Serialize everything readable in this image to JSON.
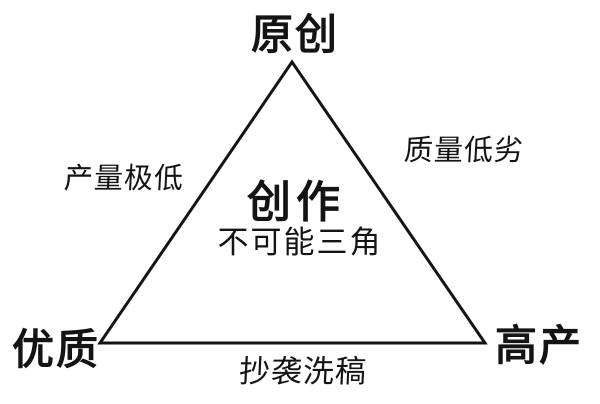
{
  "diagram": {
    "vertices": {
      "top": "原创",
      "bottom_left": "优质",
      "bottom_right": "高产"
    },
    "center": {
      "title": "创作",
      "subtitle": "不可能三角"
    },
    "edges": {
      "left": "产量极低",
      "right": "质量低劣",
      "bottom": "抄袭洗稿"
    },
    "colors": {
      "background": "#ffffff",
      "line": "#141414",
      "text": "#141414"
    }
  }
}
